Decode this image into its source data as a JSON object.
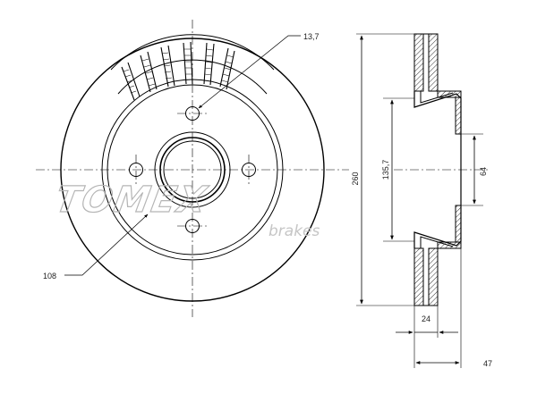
{
  "dimensions": {
    "bolt_hole_diameter": "13,7",
    "pitch_circle": "108",
    "outer_diameter": "260",
    "hat_diameter": "135,7",
    "center_bore": "64",
    "disc_thickness": "24",
    "total_height": "47"
  },
  "watermark": {
    "brand": "TOMEX",
    "tagline": "brakes"
  }
}
